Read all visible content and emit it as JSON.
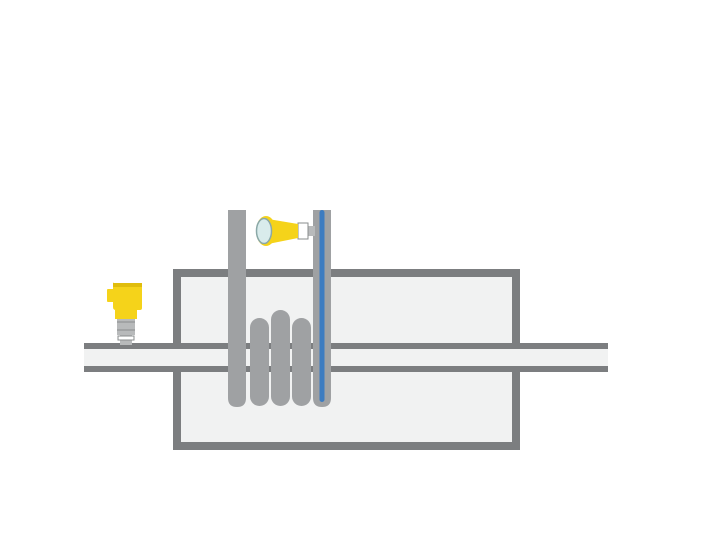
{
  "diagram": {
    "colors": {
      "background": "#ffffff",
      "housing_wall": "#7c7e80",
      "housing_fill": "#f1f2f2",
      "pipe_wall": "#7c7e80",
      "pipe_fill": "#f1f2f2",
      "coil": "#9fa1a3",
      "coil_outlet": "#3d7cc0",
      "sensor_body": "#f5d31a",
      "sensor_metal": "#b8babb",
      "sensor_lens": "#d9ecec"
    },
    "components": {
      "housing": "heat-exchanger-housing",
      "pipe": "horizontal-process-pipe",
      "coil": "heating-coil",
      "pressure_transmitter": "pressure-transmitter-icon",
      "radar_sensor": "radar-level-sensor-icon"
    }
  }
}
